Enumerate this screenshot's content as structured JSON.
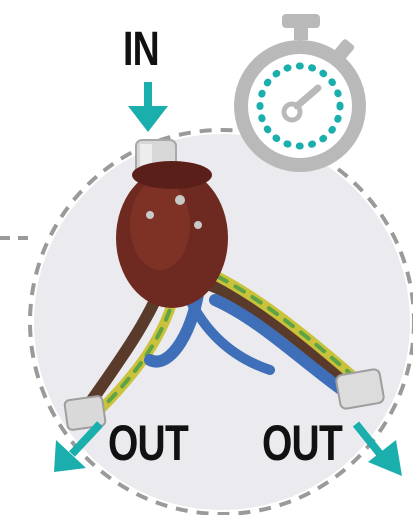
{
  "labels": {
    "in": "IN",
    "out_left": "OUT",
    "out_right": "OUT"
  },
  "icons": {
    "stopwatch": "stopwatch-icon",
    "arrow_in": "arrow-down-icon",
    "arrow_out_left": "arrow-down-left-icon",
    "arrow_out_right": "arrow-down-right-icon"
  },
  "colors": {
    "accent": "#1aaead",
    "stopwatch_gray": "#b9b9b9",
    "dashed_outline": "#9a9a9a",
    "circle_fill": "#ebebef",
    "connector_body": "#6e2a20",
    "wire_blue": "#3f6fb8",
    "wire_brown": "#5a3a2a",
    "wire_green_yellow": "#c9c23a"
  }
}
